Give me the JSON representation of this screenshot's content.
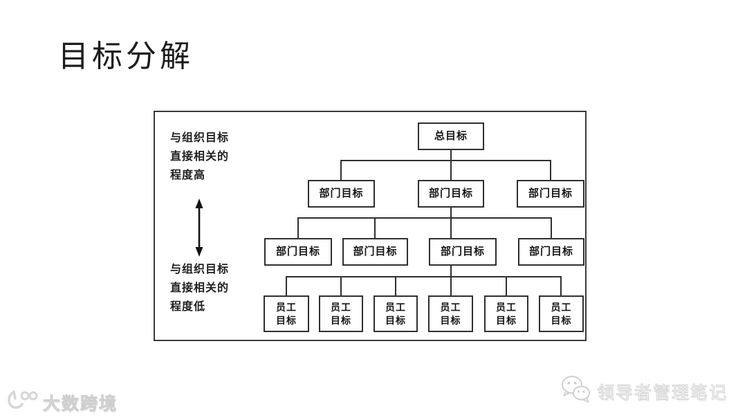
{
  "title": "目标分解",
  "diagram": {
    "left_axis": {
      "top_label": "与组织目标\n直接相关的\n程度高",
      "bottom_label": "与组织目标\n直接相关的\n程度低",
      "arrow_icon": "double-headed-vertical-arrow"
    },
    "tree": {
      "root": "总目标",
      "level2": [
        "部门目标",
        "部门目标",
        "部门目标"
      ],
      "level3": [
        "部门目标",
        "部门目标",
        "部门目标",
        "部门目标"
      ],
      "level4": [
        "员工\n目标",
        "员工\n目标",
        "员工\n目标",
        "员工\n目标",
        "员工\n目标",
        "员工\n目标"
      ]
    }
  },
  "watermarks": {
    "bottom_left": {
      "icon": "dashu-logo",
      "text": "大数跨境"
    },
    "bottom_right": {
      "icon": "wechat-icon",
      "text": "领导者管理笔记"
    }
  },
  "colors": {
    "background": "#ffffff",
    "line": "#2f2f2f",
    "text": "#1a1a1a",
    "watermark_stroke": "#cfcfcf"
  }
}
